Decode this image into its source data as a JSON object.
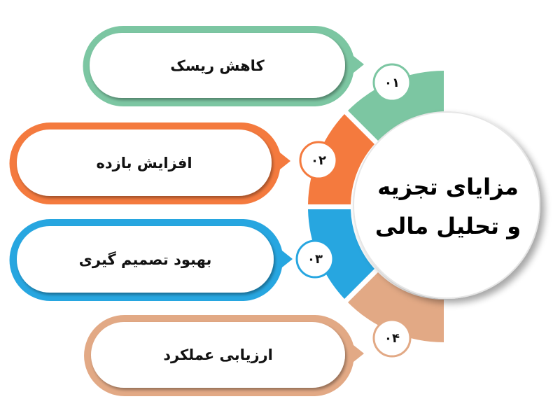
{
  "title": {
    "line1": "مزایای تجزیه",
    "line2": "و تحلیل مالی"
  },
  "colors": {
    "green": "#7cc6a2",
    "orange": "#f47a3e",
    "blue": "#27a6e0",
    "tan": "#e2a985",
    "background": "#ffffff"
  },
  "items": [
    {
      "number": "۰۱",
      "label": "کاهش ریسک",
      "color": "#7cc6a2"
    },
    {
      "number": "۰۲",
      "label": "افزایش بازده",
      "color": "#f47a3e"
    },
    {
      "number": "۰۳",
      "label": "بهبود تصمیم گیری",
      "color": "#27a6e0"
    },
    {
      "number": "۰۴",
      "label": "ارزیابی عملکرد",
      "color": "#e2a985"
    }
  ]
}
